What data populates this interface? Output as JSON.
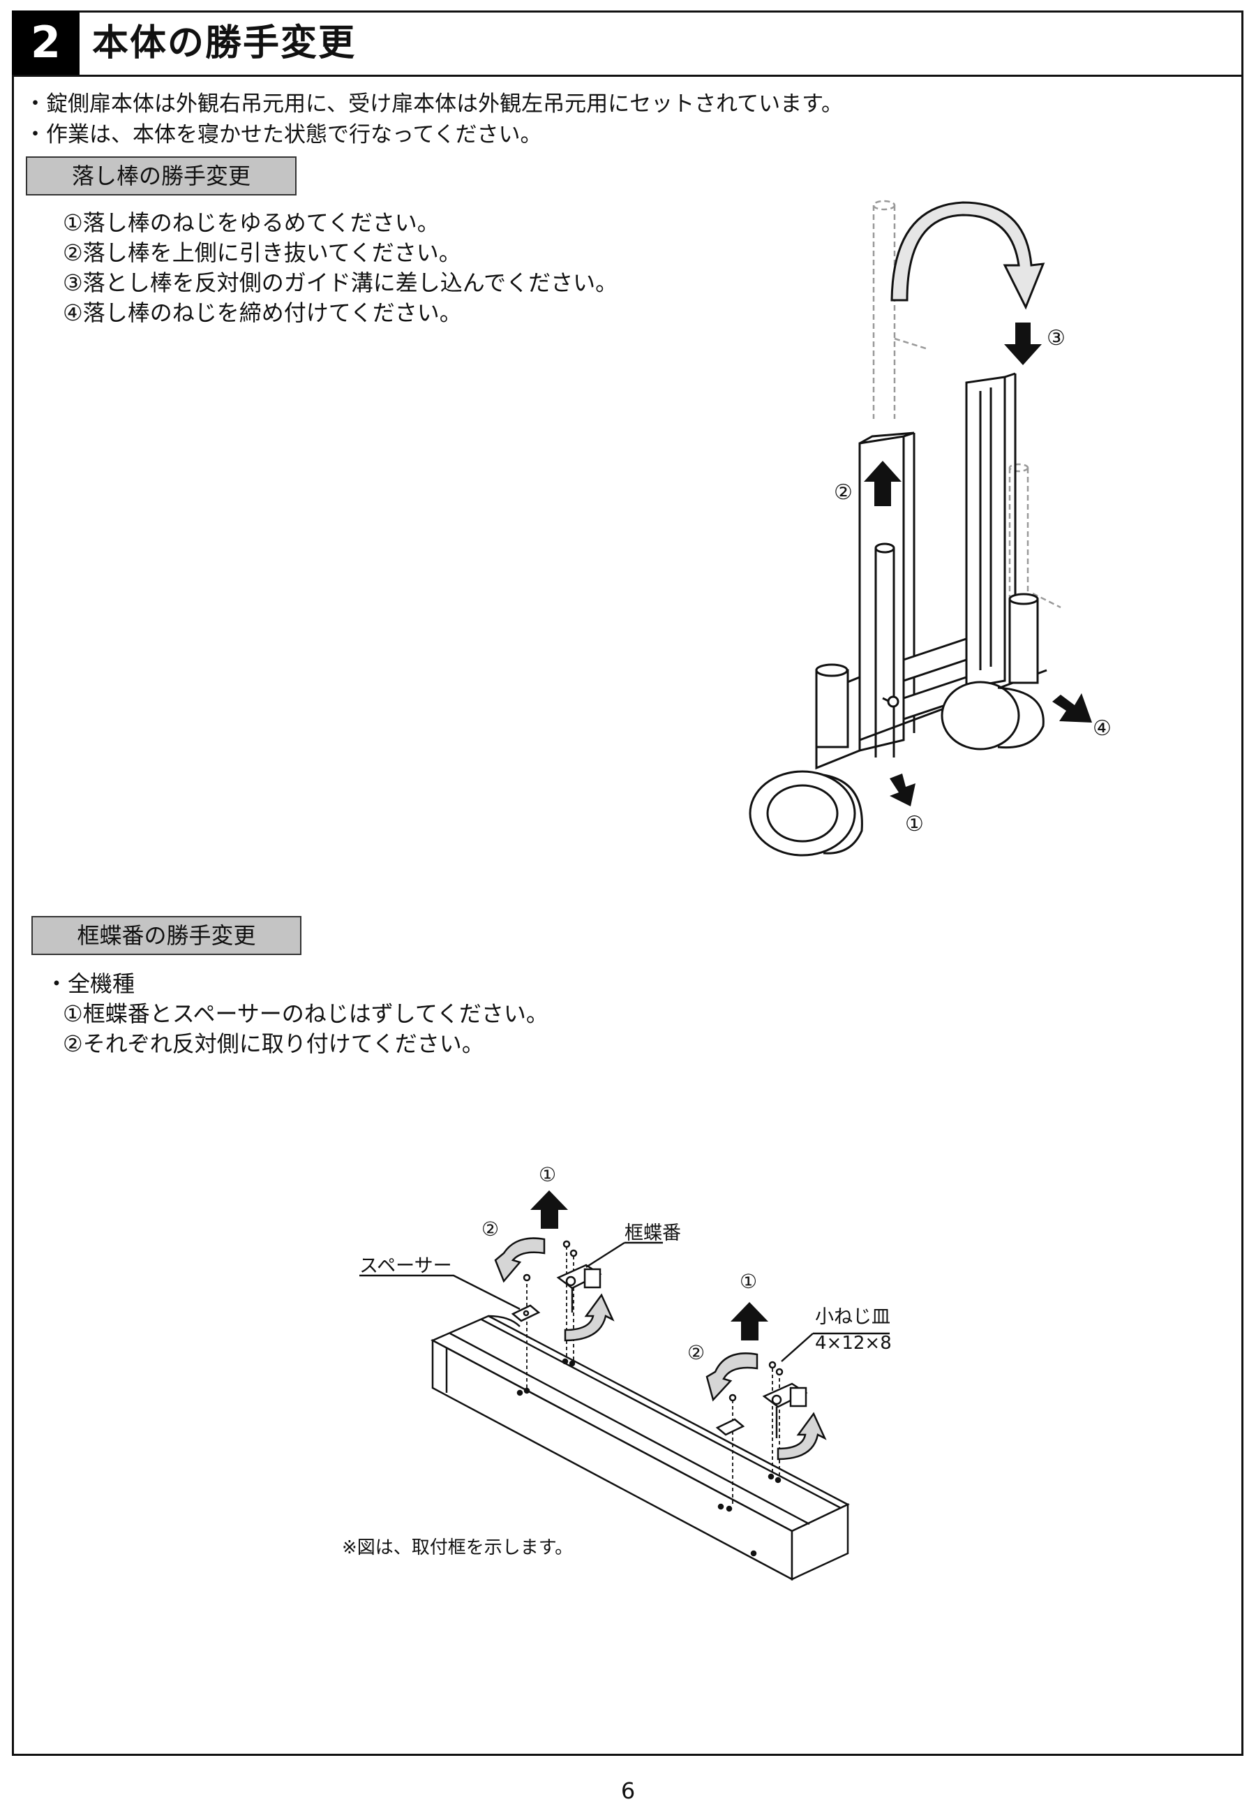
{
  "section": {
    "number": "2",
    "title": "本体の勝手変更"
  },
  "notes": [
    "・錠側扉本体は外観右吊元用に、受け扉本体は外観左吊元用にセットされています。",
    "・作業は、本体を寝かせた状態で行なってください。"
  ],
  "drop_rod": {
    "heading": "落し棒の勝手変更",
    "steps": [
      "①落し棒のねじをゆるめてください。",
      "②落し棒を上側に引き抜いてください。",
      "③落とし棒を反対側のガイド溝に差し込んでください。",
      "④落し棒のねじを締め付けてください。"
    ],
    "figure_labels": {
      "n1": "①",
      "n2": "②",
      "n3": "③",
      "n4": "④"
    }
  },
  "hinge": {
    "heading": "框蝶番の勝手変更",
    "models": "・全機種",
    "steps": [
      "①框蝶番とスペーサーのねじはずしてください。",
      "②それぞれ反対側に取り付けてください。"
    ],
    "figure_labels": {
      "n1a": "①",
      "n2a": "②",
      "n1b": "①",
      "n2b": "②",
      "hinge_part": "框蝶番",
      "spacer": "スペーサー",
      "screw": "小ねじ皿",
      "screw_size": "4×12×8"
    },
    "figure_note": "※図は、取付框を示します。"
  },
  "page_number": "6",
  "colors": {
    "heading_bg": "#c4c4c4",
    "section_badge": "#000000"
  }
}
